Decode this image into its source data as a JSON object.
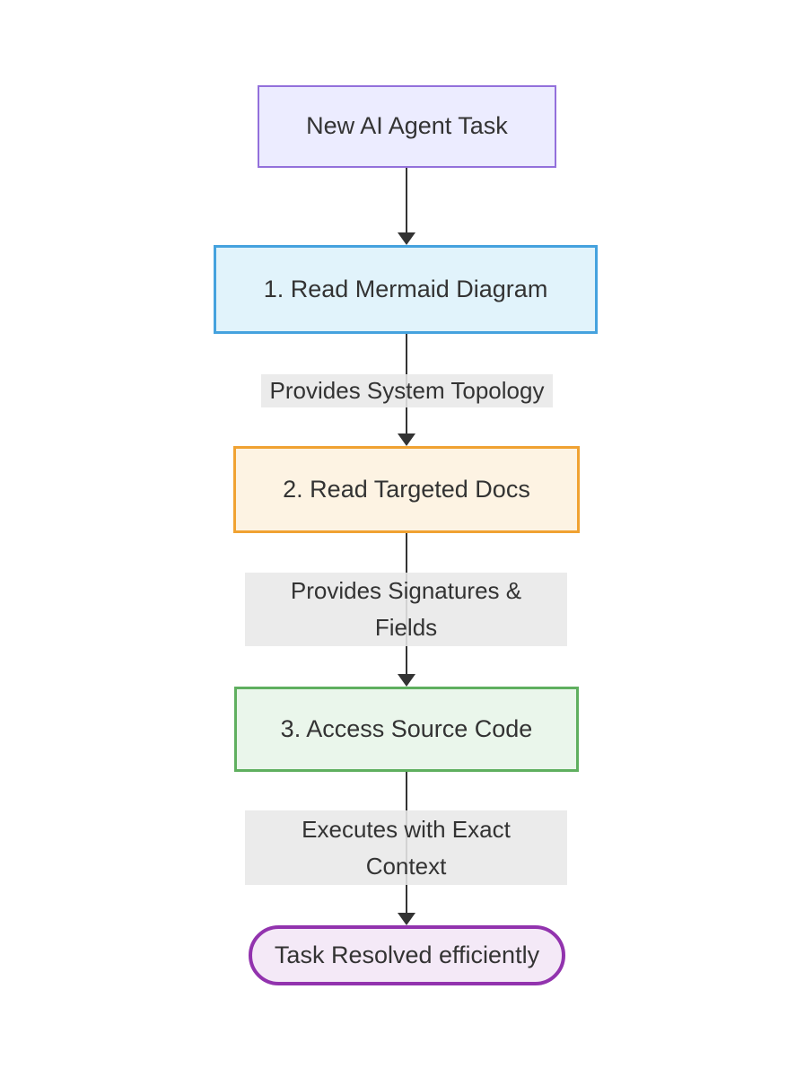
{
  "diagram": {
    "type": "flowchart",
    "direction": "top-down",
    "background": "#FFFFFF",
    "text_color": "#333333",
    "arrow_color": "#333333",
    "edge_label_bg": "#E8E8E8",
    "nodes": [
      {
        "id": "start",
        "label": "New AI Agent Task",
        "shape": "rectangle",
        "fill": "#ECECFF",
        "stroke": "#9370DB"
      },
      {
        "id": "step1",
        "label": "1. Read Mermaid Diagram",
        "shape": "rectangle",
        "fill": "#E1F3FB",
        "stroke": "#45A2DE"
      },
      {
        "id": "step2",
        "label": "2. Read Targeted Docs",
        "shape": "rectangle",
        "fill": "#FDF3E3",
        "stroke": "#F0A232"
      },
      {
        "id": "step3",
        "label": "3. Access Source Code",
        "shape": "rectangle",
        "fill": "#EAF6EB",
        "stroke": "#5FAF5F"
      },
      {
        "id": "end",
        "label": "Task Resolved efficiently",
        "shape": "stadium",
        "fill": "#F4E9F7",
        "stroke": "#9233AE"
      }
    ],
    "edges": [
      {
        "from": "start",
        "to": "step1",
        "label_lines": []
      },
      {
        "from": "step1",
        "to": "step2",
        "label_lines": [
          "Provides System Topology"
        ]
      },
      {
        "from": "step2",
        "to": "step3",
        "label_lines": [
          "Provides Signatures &",
          "Fields"
        ]
      },
      {
        "from": "step3",
        "to": "end",
        "label_lines": [
          "Executes with Exact",
          "Context"
        ]
      }
    ]
  }
}
